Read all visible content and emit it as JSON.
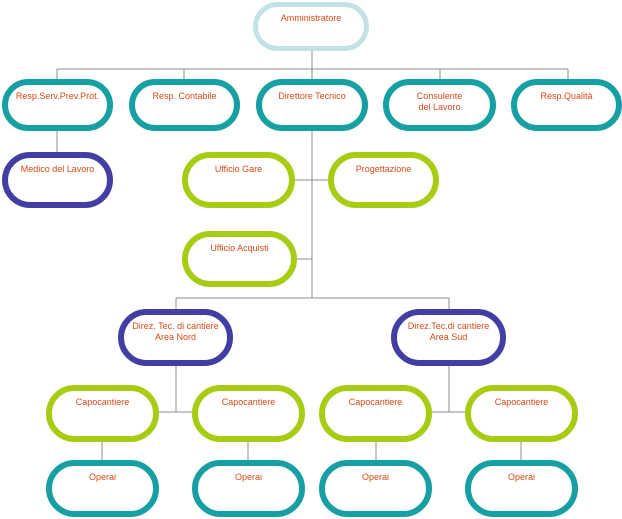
{
  "nodes": {
    "admin": "Amministratore",
    "rspp": "Resp.Serv.Prev.Prot.",
    "contabile": "Resp. Contabile",
    "direttore": "Direttore Tecnico",
    "consulente": "Consulente\ndel Lavoro",
    "qualita": "Resp.Qualità",
    "medico": "Medico del Lavoro",
    "gare": "Ufficio  Gare",
    "progettazione": "Progettazione",
    "acquisti": "Ufficio  Acquisti",
    "dir_nord": "Direz. Tec. di cantiere\nArea Nord",
    "dir_sud": "Direz.Tec.di cantiere\nArea Sud",
    "capo1": "Capocantiere",
    "capo2": "Capocantiere",
    "capo3": "Capocantiere",
    "capo4": "Capocantiere",
    "operai1": "Operai",
    "operai2": "Operai",
    "operai3": "Operai",
    "operai4": "Operai"
  },
  "colors": {
    "admin_border": "#c2e2e6",
    "level1_border": "#16a0a4",
    "manager_border": "#433ea4",
    "office_border": "#a6cd14",
    "label_text": "#d64a16",
    "connector": "#8c8c8c"
  }
}
